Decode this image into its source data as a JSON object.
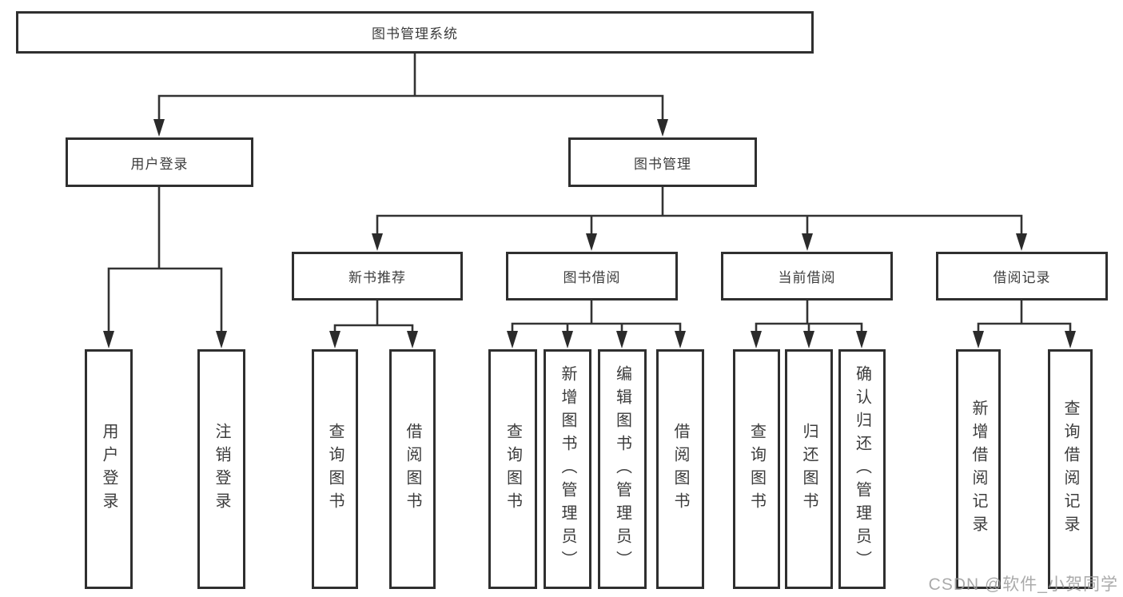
{
  "diagram": {
    "root": "图书管理系统",
    "level2": {
      "user_login": "用户登录",
      "book_management": "图书管理"
    },
    "level3": {
      "new_book_recommend": "新书推荐",
      "book_borrowing": "图书借阅",
      "current_borrowing": "当前借阅",
      "borrowing_records": "借阅记录"
    },
    "leaves": {
      "user_login": "用户登录",
      "logout": "注销登录",
      "query_books_recommend": "查询图书",
      "borrow_books_recommend": "借阅图书",
      "query_books_borrowing": "查询图书",
      "add_books_admin": "新增图书（管理员）",
      "edit_books_admin": "编辑图书（管理员）",
      "borrow_books_borrowing": "借阅图书",
      "query_books_current": "查询图书",
      "return_books": "归还图书",
      "confirm_return_admin": "确认归还（管理员）",
      "add_borrow_record": "新增借阅记录",
      "query_borrow_record": "查询借阅记录"
    }
  },
  "watermark": "CSDN @软件_小贺同学",
  "colors": {
    "line": "#333333",
    "border": "#2f2f2f",
    "text": "#3c3c3c",
    "watermark": "#9c9c9c",
    "background": "#ffffff"
  }
}
